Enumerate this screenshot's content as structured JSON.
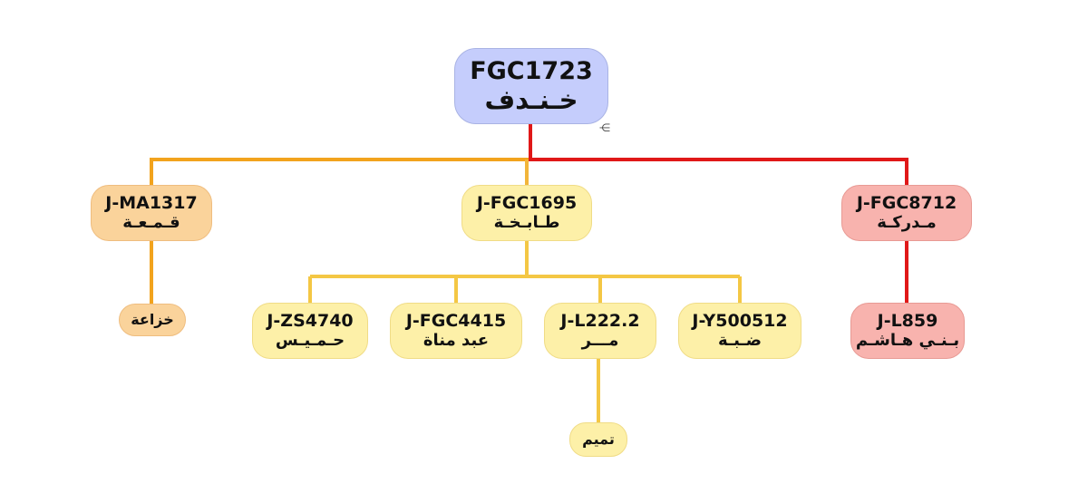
{
  "colors": {
    "red_line": "#e01818",
    "orange_line": "#f2a31d",
    "yellow_line": "#f4c744",
    "root_fill": "#c5cdfc",
    "orange_fill": "#fad39b",
    "yellow_fill": "#fdf0a8",
    "pink_fill": "#f8b3ae"
  },
  "marker_text": "⋲",
  "nodes": {
    "root": {
      "code": "FGC1723",
      "name": "خـنـدف"
    },
    "ma1317": {
      "code": "J-MA1317",
      "name": "قـمـعـة"
    },
    "fgc1695": {
      "code": "J-FGC1695",
      "name": "طـابـخـة"
    },
    "fgc8712": {
      "code": "J-FGC8712",
      "name": "مـدركـة"
    },
    "khuzaa": {
      "name": "خزاعة"
    },
    "zs4740": {
      "code": "J-ZS4740",
      "name": "حـمـيـس"
    },
    "fgc4415": {
      "code": "J-FGC4415",
      "name": "عبد مناة"
    },
    "l222": {
      "code": "J-L222.2",
      "name": "مـــر"
    },
    "y500512": {
      "code": "J-Y500512",
      "name": "ضـبـة"
    },
    "l859": {
      "code": "J-L859",
      "name": "بـنـي هـاشـم"
    },
    "tamim": {
      "name": "تميم"
    }
  }
}
